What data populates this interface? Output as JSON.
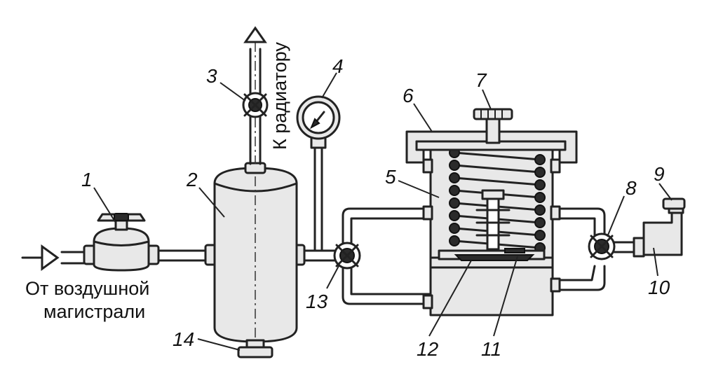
{
  "captions": {
    "to_radiator": "К радиатору",
    "from_line_1": "От воздушной",
    "from_line_2": "магистрали"
  },
  "numbers": {
    "n1": "1",
    "n2": "2",
    "n3": "3",
    "n4": "4",
    "n5": "5",
    "n6": "6",
    "n7": "7",
    "n8": "8",
    "n9": "9",
    "n10": "10",
    "n11": "11",
    "n12": "12",
    "n13": "13",
    "n14": "14"
  }
}
